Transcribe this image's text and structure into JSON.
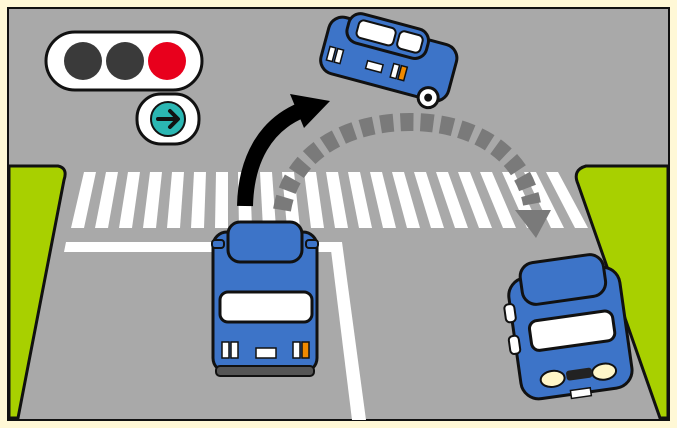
{
  "scene": {
    "traffic_signal": {
      "lamps": [
        {
          "color": "#3a3a3a",
          "state": "off"
        },
        {
          "color": "#3a3a3a",
          "state": "off"
        },
        {
          "color": "#e8001c",
          "state": "on"
        }
      ],
      "arrow_signal": {
        "direction": "right",
        "color": "#2bb7b3",
        "icon": "right-arrow-icon"
      }
    },
    "colors": {
      "road": "#a9a9a9",
      "grass": "#a8d000",
      "car_body": "#3d74c8",
      "arrow_straight": "#000000",
      "arrow_right_turn": "#7a7a7a",
      "background": "#fff8d6"
    },
    "arrows": [
      {
        "meaning": "straight-ahead",
        "style": "solid"
      },
      {
        "meaning": "right-turn",
        "style": "dashed"
      }
    ],
    "vehicles": [
      {
        "role": "waiting-car",
        "view": "rear"
      },
      {
        "role": "far-car",
        "view": "rear-angled"
      },
      {
        "role": "oncoming-car",
        "view": "front"
      }
    ]
  }
}
